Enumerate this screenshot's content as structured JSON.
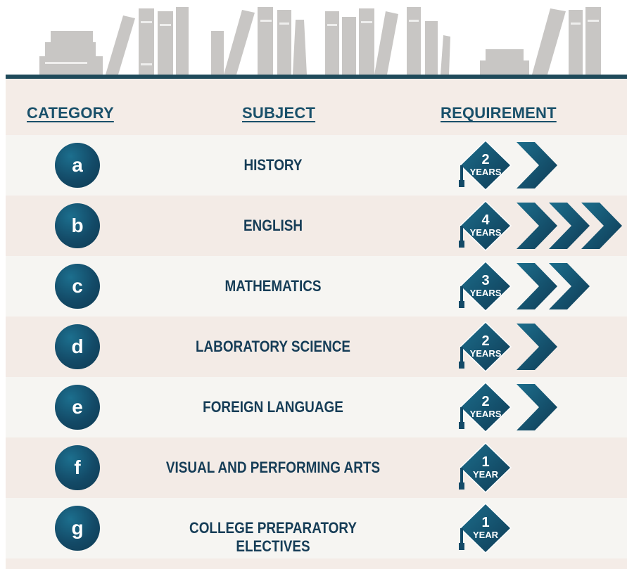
{
  "header": {
    "category": "CATEGORY",
    "subject": "SUBJECT",
    "requirement": "REQUIREMENT"
  },
  "rows": [
    {
      "category": "a",
      "subject": "HISTORY",
      "years": 2,
      "unit": "YEARS"
    },
    {
      "category": "b",
      "subject": "ENGLISH",
      "years": 4,
      "unit": "YEARS"
    },
    {
      "category": "c",
      "subject": "MATHEMATICS",
      "years": 3,
      "unit": "YEARS"
    },
    {
      "category": "d",
      "subject": "LABORATORY SCIENCE",
      "years": 2,
      "unit": "YEARS"
    },
    {
      "category": "e",
      "subject": "FOREIGN LANGUAGE",
      "years": 2,
      "unit": "YEARS"
    },
    {
      "category": "f",
      "subject": "VISUAL AND PERFORMING ARTS",
      "years": 1,
      "unit": "YEAR"
    },
    {
      "category": "g",
      "subject": "COLLEGE PREPARATORY ELECTIVES",
      "years": 1,
      "unit": "YEAR"
    }
  ],
  "colors": {
    "accent": "#19506a",
    "badge": "#134a67",
    "books": "#c7c5c3",
    "shelf": "#1f4a5a"
  }
}
